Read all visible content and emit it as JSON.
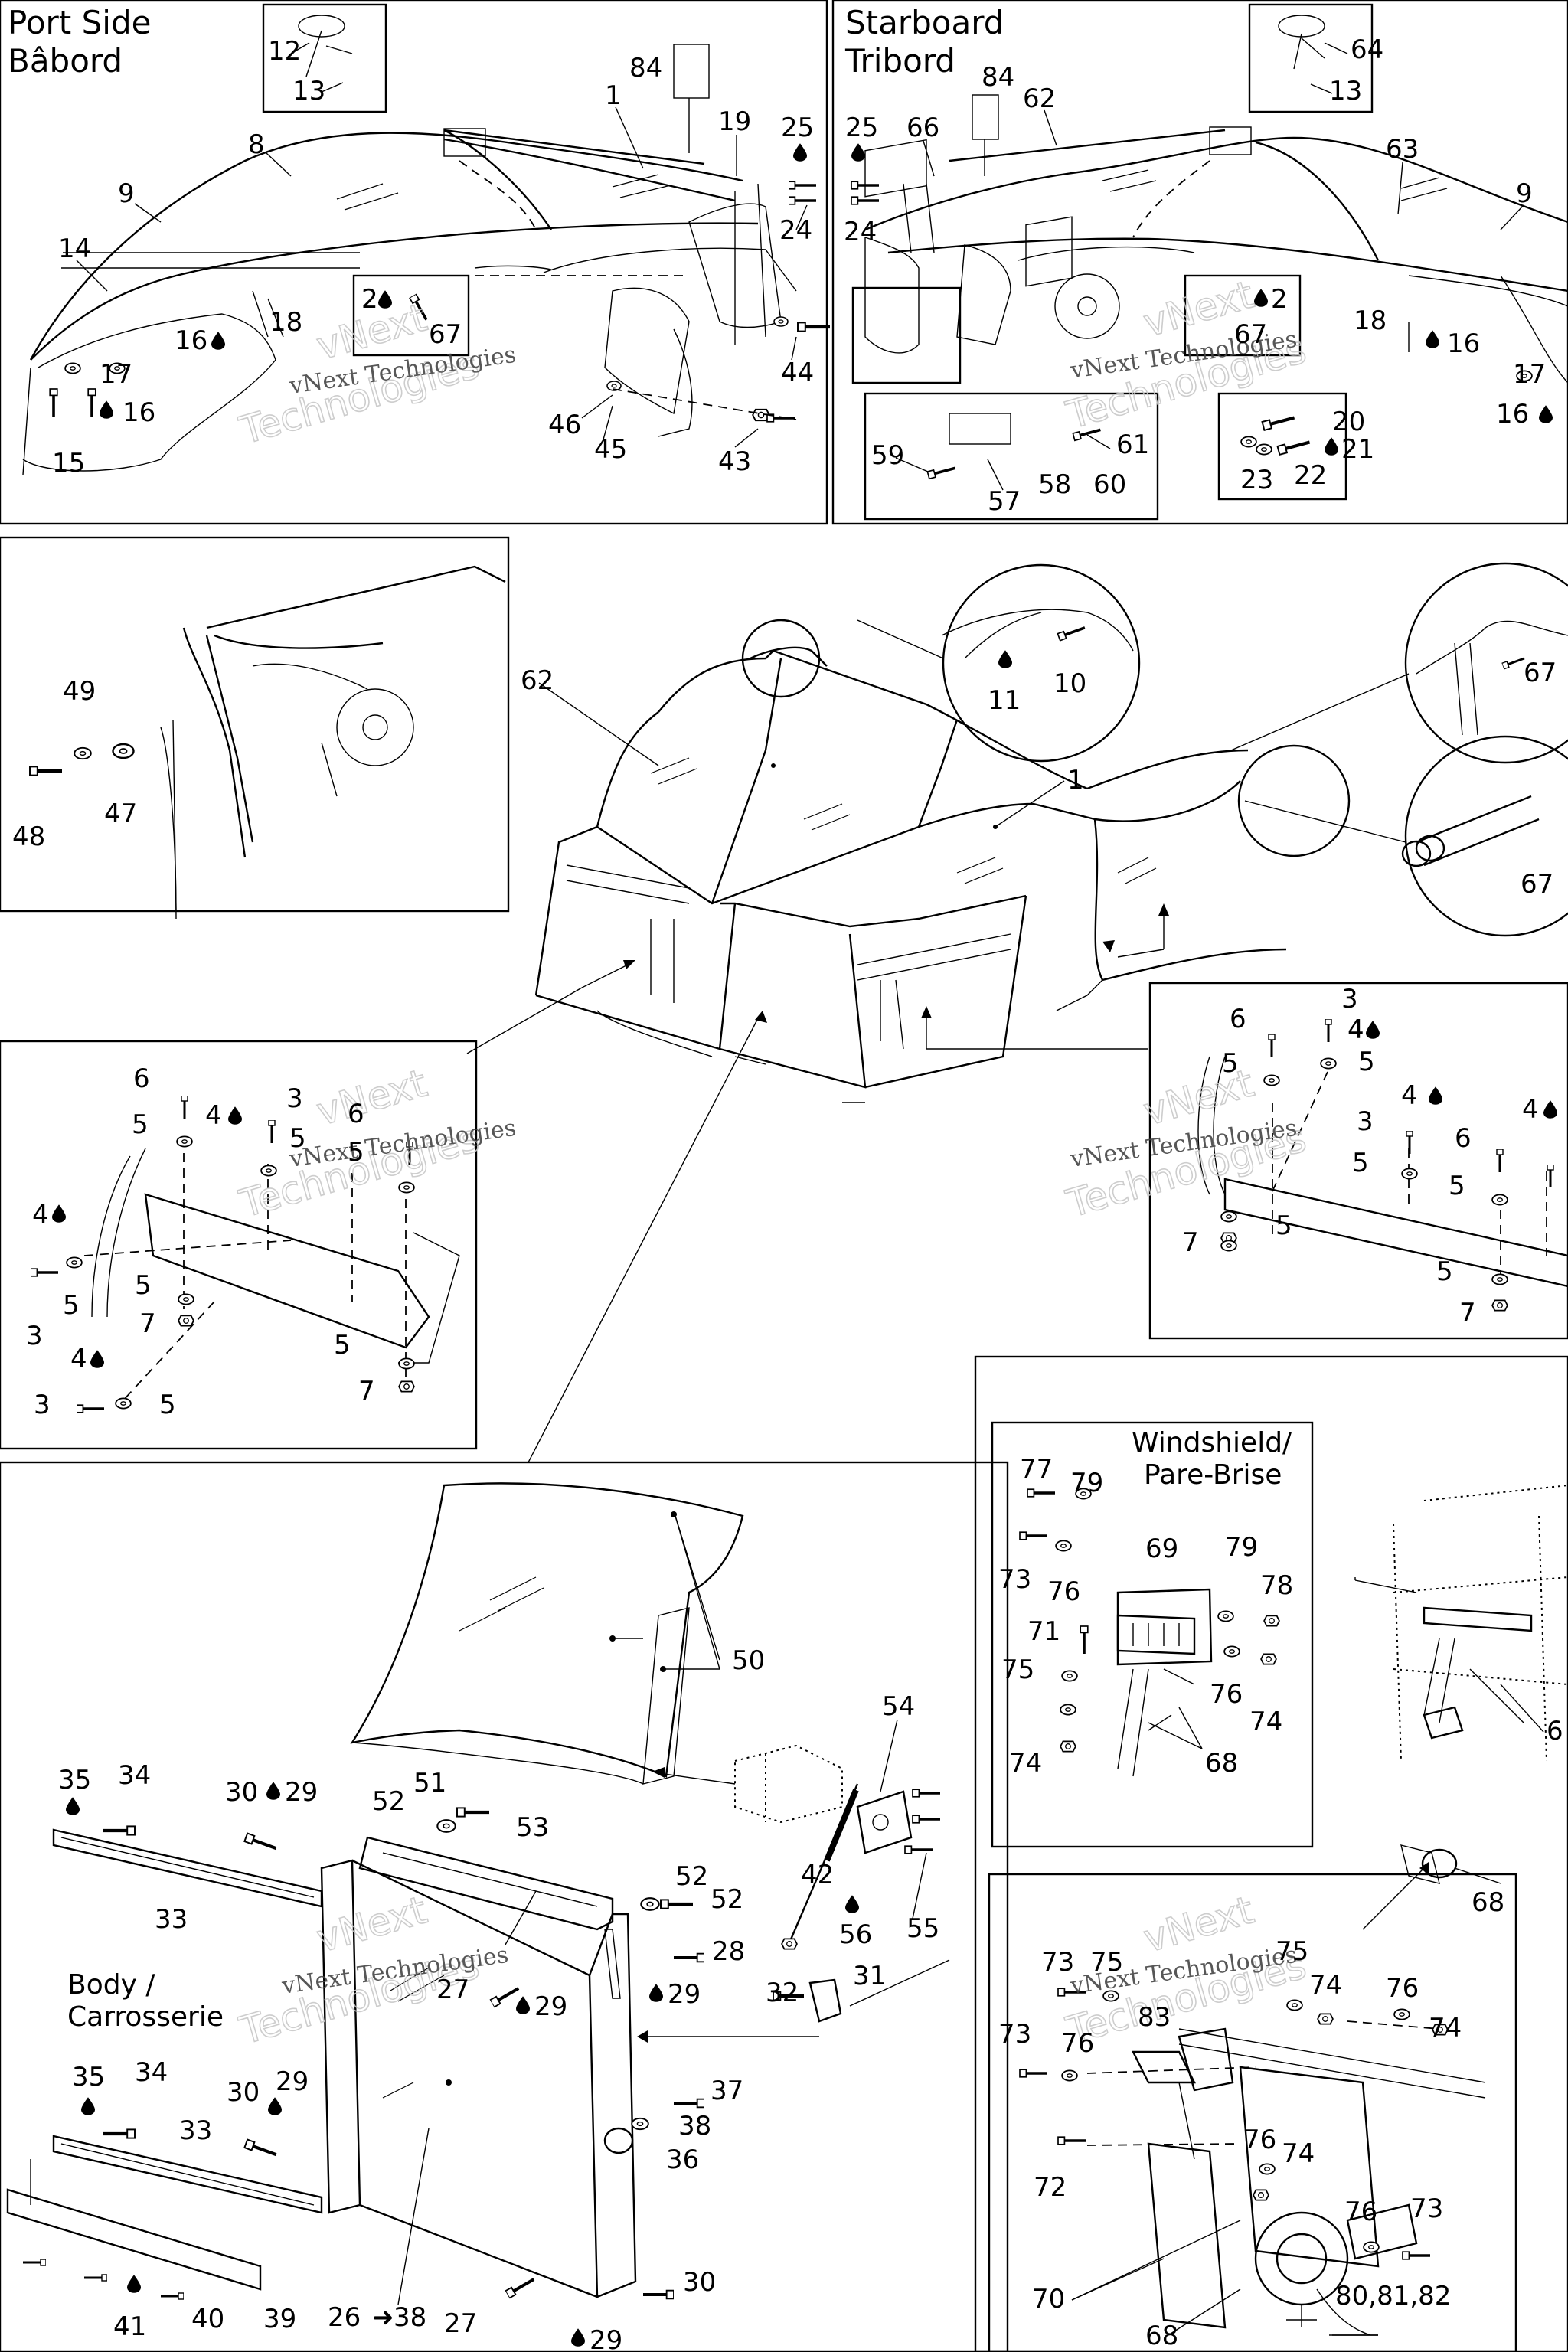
{
  "titles": {
    "port_en": "Port Side",
    "port_fr": "Bâbord",
    "star_en": "Starboard",
    "star_fr": "Tribord",
    "windshield_en": "Windshield/",
    "windshield_fr": "Pare-Brise",
    "body_en": "Body /",
    "body_fr": "Carrosserie"
  },
  "watermark": {
    "company": "vNext Technologies",
    "brand": "vNext",
    "line2": "Technologies"
  },
  "callouts": {
    "p12": "12",
    "p13": "13",
    "p84": "84",
    "p1": "1",
    "p19": "19",
    "p25": "25",
    "p24": "24",
    "p8": "8",
    "p9": "9",
    "p14": "14",
    "p2": "2",
    "p67": "67",
    "p16": "16",
    "p18": "18",
    "p17": "17",
    "p15": "15",
    "p16b": "16",
    "p44": "44",
    "p46": "46",
    "p45": "45",
    "p43": "43",
    "s64": "64",
    "s13": "13",
    "s84": "84",
    "s62": "62",
    "s66": "66",
    "s25": "25",
    "s24": "24",
    "s63": "63",
    "s9": "9",
    "s67": "67",
    "s2": "2",
    "s18": "18",
    "s16": "16",
    "s17": "17",
    "s16b": "16",
    "s59": "59",
    "s57": "57",
    "s58": "58",
    "s60": "60",
    "s61": "61",
    "s20": "20",
    "s21": "21",
    "s23": "23",
    "s22": "22",
    "m49": "49",
    "m47": "47",
    "m48": "48",
    "c62": "62",
    "c1": "1",
    "c11": "11",
    "c10": "10",
    "c67a": "67",
    "c67b": "67",
    "l6a": "6",
    "l3a": "3",
    "l4a": "4",
    "l5a": "5",
    "l5b": "5",
    "l6b": "6",
    "l5c": "5",
    "l4b": "4",
    "l5d": "5",
    "l3b": "3",
    "l5e": "5",
    "l7a": "7",
    "l5f": "5",
    "l7b": "7",
    "l4c": "4",
    "l3c": "3",
    "l5g": "5",
    "r6a": "6",
    "r3a": "3",
    "r4a": "4",
    "r5a": "5",
    "r5b": "5",
    "r4b": "4",
    "r3b": "3",
    "r6b": "6",
    "r4c": "4",
    "r5c": "5",
    "r5d": "5",
    "r7a": "7",
    "r5e": "5",
    "r5f": "5",
    "r7b": "7",
    "w77": "77",
    "w79a": "79",
    "w69": "69",
    "w79b": "79",
    "w78": "78",
    "w73": "73",
    "w76a": "76",
    "w71": "71",
    "w75": "75",
    "w76b": "76",
    "w74a": "74",
    "w74b": "74",
    "w68": "68",
    "w6": "6",
    "w68b": "68",
    "b50": "50",
    "b54": "54",
    "b35a": "35",
    "b34a": "34",
    "b30a": "30",
    "b29a": "29",
    "b51": "51",
    "b52a": "52",
    "b53": "53",
    "b33a": "33",
    "b42": "42",
    "b56": "56",
    "b55": "55",
    "b52b": "52",
    "b52c": "52",
    "b28": "28",
    "b27a": "27",
    "b29b": "29",
    "b29c": "29",
    "b32": "32",
    "b31": "31",
    "b35b": "35",
    "b34b": "34",
    "b30b": "30",
    "b29d": "29",
    "b37": "37",
    "b33b": "33",
    "b38": "38",
    "b36": "36",
    "b30c": "30",
    "b27b": "27",
    "b29e": "29",
    "b41": "41",
    "b40": "40",
    "b39": "39",
    "b26": "26",
    "b38b": "38",
    "t73a": "73",
    "t75a": "75",
    "t75b": "75",
    "t74a": "74",
    "t76a": "76",
    "t74b": "74",
    "t73b": "73",
    "t76b": "76",
    "t83": "83",
    "t76c": "76",
    "t74c": "74",
    "t72": "72",
    "t76d": "76",
    "t73c": "73",
    "t70": "70",
    "t68": "68",
    "t808182": "80,81,82"
  }
}
